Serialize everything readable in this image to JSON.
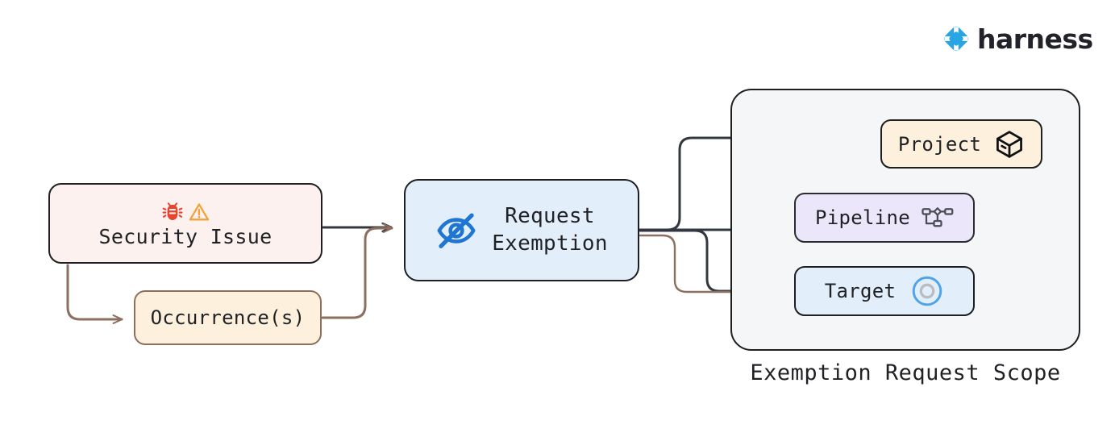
{
  "brand": {
    "name": "harness",
    "logo_icon": "harness-diamond-logo",
    "logo_color": "#2aa5e4",
    "text_color": "#22222a"
  },
  "diagram": {
    "type": "flowchart",
    "title": "Exemption Request Scope",
    "nodes": [
      {
        "id": "security-issue",
        "label": "Security Issue",
        "icons": [
          "bug-icon",
          "warning-triangle-icon"
        ],
        "fill": "#fdf1f0",
        "stroke": "#1d1f21"
      },
      {
        "id": "occurrence",
        "label": "Occurrence(s)",
        "icons": [],
        "fill": "#fdf0dc",
        "stroke": "#8c6f5e"
      },
      {
        "id": "request-exemption",
        "label": "Request\nExemption",
        "icons": [
          "eye-slash-icon"
        ],
        "fill": "#e2effb",
        "stroke": "#1d1f21"
      },
      {
        "id": "project",
        "label": "Project",
        "icons": [
          "cube-icon"
        ],
        "fill": "#fdf0dc",
        "stroke": "#1d1f21"
      },
      {
        "id": "pipeline",
        "label": "Pipeline",
        "icons": [
          "pipeline-nodes-icon"
        ],
        "fill": "#ebe6f9",
        "stroke": "#2a2c30"
      },
      {
        "id": "target",
        "label": "Target",
        "icons": [
          "bullseye-icon"
        ],
        "fill": "#e2effb",
        "stroke": "#1d1f21"
      }
    ],
    "subgraph": {
      "id": "exemption-request-scope",
      "label": "Exemption Request Scope",
      "fill": "#f4f6f8",
      "stroke": "#1d1f21",
      "members": [
        "project",
        "pipeline",
        "target"
      ]
    },
    "edges": [
      {
        "from": "security-issue",
        "to": "request-exemption",
        "color": "#333840"
      },
      {
        "from": "security-issue",
        "to": "occurrence",
        "color": "#8c6f5e"
      },
      {
        "from": "occurrence",
        "to": "request-exemption",
        "color": "#8c6f5e"
      },
      {
        "from": "occurrence",
        "to": "target",
        "color": "#8c6f5e"
      },
      {
        "from": "request-exemption",
        "to": "project",
        "color": "#333840"
      },
      {
        "from": "request-exemption",
        "to": "pipeline",
        "color": "#333840"
      },
      {
        "from": "request-exemption",
        "to": "target",
        "color": "#333840"
      },
      {
        "from": "project",
        "to": "pipeline",
        "color": "#333840"
      },
      {
        "from": "project",
        "to": "target",
        "color": "#333840"
      }
    ]
  },
  "icon_colors": {
    "bug": "#e8432c",
    "warning": "#efa338",
    "eye_slash": "#1f76d2",
    "cube": "#101114",
    "pipeline_nodes": "#4a4d55",
    "bullseye_outer": "#4da3ec",
    "bullseye_inner": "#b9bcc2"
  }
}
